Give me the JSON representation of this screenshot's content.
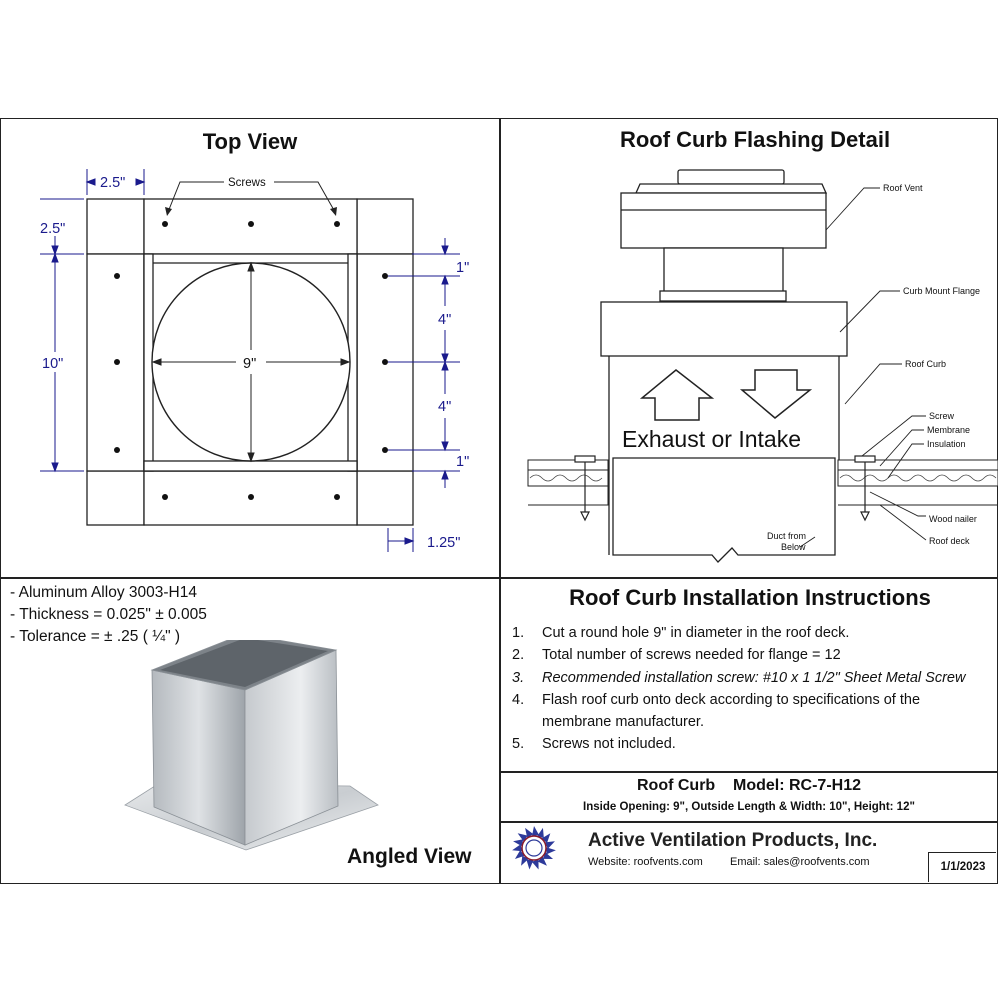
{
  "top_view": {
    "title": "Top View",
    "callout_screws": "Screws",
    "dim_flange_width": "2.5\"",
    "dim_flange_height": "2.5\"",
    "dim_overall": "10\"",
    "dim_opening": "9\"",
    "dim_screw_1_top": "1\"",
    "dim_screw_spacing_1": "4\"",
    "dim_screw_spacing_2": "4\"",
    "dim_screw_1_bottom": "1\"",
    "dim_edge_offset": "1.25\""
  },
  "flashing_detail": {
    "title": "Roof Curb Flashing Detail",
    "label_roof_vent": "Roof Vent",
    "label_curb_mount_flange": "Curb Mount Flange",
    "label_roof_curb": "Roof Curb",
    "label_screw": "Screw",
    "label_membrane": "Membrane",
    "label_insulation": "Insulation",
    "label_wood_nailer": "Wood nailer",
    "label_roof_deck": "Roof deck",
    "label_duct_line1": "Duct from",
    "label_duct_line2": "Below",
    "flow_text": "Exhaust or Intake"
  },
  "specs": {
    "line1": "- Aluminum Alloy 3003-H14",
    "line2": "- Thickness = 0.025\" ± 0.005",
    "line3": "- Tolerance =  ± .25 ( ¼\" )"
  },
  "angled_view": {
    "label": "Angled View"
  },
  "instructions": {
    "title": "Roof Curb Installation Instructions",
    "steps": [
      {
        "num": "1.",
        "text": "Cut a round hole 9\" in diameter in the roof deck."
      },
      {
        "num": "2.",
        "text": "Total number of screws needed for flange = 12"
      },
      {
        "num": "3.",
        "text": "Recommended installation screw: #10 x 1 1/2\" Sheet Metal Screw"
      },
      {
        "num": "4.",
        "text": "Flash roof curb onto deck according to specifications of the",
        "text2": "membrane manufacturer."
      },
      {
        "num": "5.",
        "text": "Screws not included."
      }
    ]
  },
  "model": {
    "product": "Roof Curb",
    "model_label": "Model: RC-7-H12",
    "dims_line": "Inside Opening: 9\",  Outside Length & Width: 10\",  Height: 12\""
  },
  "company": {
    "name": "Active Ventilation Products, Inc.",
    "website": "Website:  roofvents.com",
    "email": "Email:  sales@roofvents.com",
    "date": "1/1/2023"
  },
  "colors": {
    "dimension": "#1a1a8c",
    "logo": "#2d3a9a",
    "logo_accent": "#8a1a2a"
  }
}
